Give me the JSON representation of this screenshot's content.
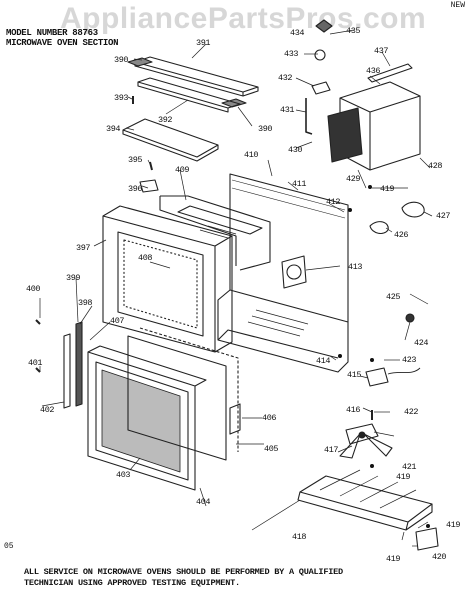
{
  "watermark": "AppliancePartsPros.com",
  "header": {
    "line1": "MODEL NUMBER 88763",
    "line2": "MICROWAVE OVEN SECTION"
  },
  "corner_text": "NEW",
  "page_code": "05",
  "footer": {
    "line1": "ALL SERVICE ON MICROWAVE OVENS SHOULD BE PERFORMED BY A QUALIFIED",
    "line2": "TECHNICIAN USING APPROVED TESTING EQUIPMENT."
  },
  "part_numbers": [
    "390",
    "391",
    "390",
    "392",
    "393",
    "394",
    "395",
    "396",
    "397",
    "398",
    "399",
    "400",
    "401",
    "402",
    "403",
    "404",
    "405",
    "406",
    "407",
    "408",
    "409",
    "410",
    "411",
    "412",
    "413",
    "414",
    "415",
    "416",
    "417",
    "418",
    "419",
    "419",
    "419",
    "419",
    "420",
    "421",
    "422",
    "423",
    "424",
    "425",
    "426",
    "427",
    "428",
    "429",
    "430",
    "431",
    "432",
    "433",
    "434",
    "435",
    "436",
    "437"
  ]
}
